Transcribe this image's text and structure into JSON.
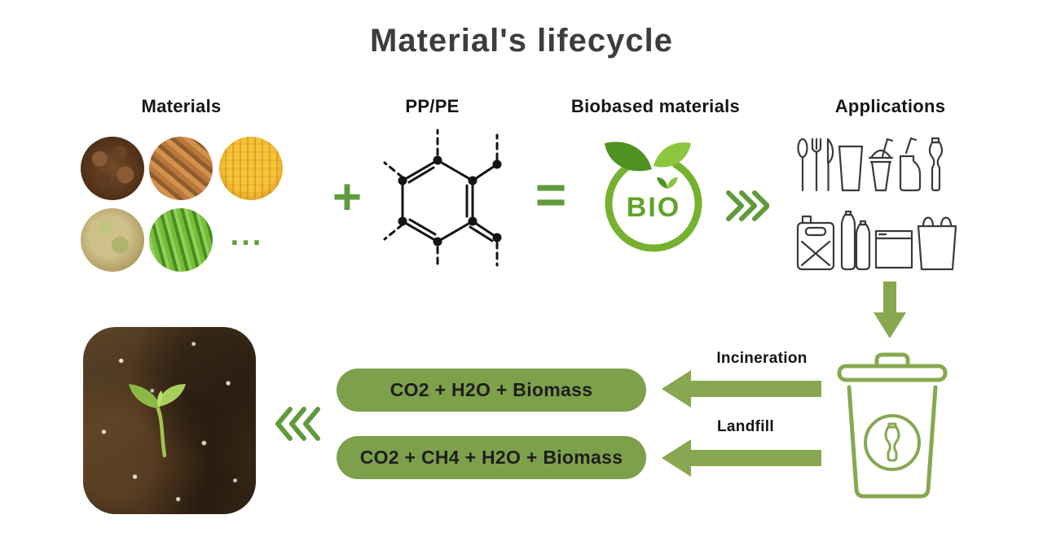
{
  "title": "Material's lifecycle",
  "colors": {
    "accent_green": "#5f9b3c",
    "olive_green": "#87a850",
    "pill_green": "#7da04b",
    "line_dark": "#3a3a39",
    "text_dark": "#1e1e1c"
  },
  "flow": {
    "materials": {
      "label": "Materials",
      "more_indicator": "...",
      "photos": [
        "cocoa-beans",
        "wood-chips",
        "corn",
        "seeds-in-hand",
        "grass"
      ]
    },
    "plus_operator": "+",
    "pp_pe": {
      "label": "PP/PE"
    },
    "equals_operator": "=",
    "biobased": {
      "label": "Biobased materials",
      "logo_text": "BIO"
    },
    "applications": {
      "label": "Applications",
      "icons": [
        "spoon",
        "fork",
        "knife",
        "cup",
        "takeaway-cup",
        "juice-jug",
        "water-bottle",
        "jerry-can",
        "bottles",
        "pouch",
        "plastic-bag"
      ]
    }
  },
  "disposal": {
    "bin_icon": "recycling-bin",
    "incineration": {
      "label": "Incineration",
      "output": "CO2 + H2O + Biomass"
    },
    "landfill": {
      "label": "Landfill",
      "output": "CO2 + CH4 + H2O + Biomass"
    }
  },
  "icons": {
    "chevrons_right": "triple-chevron-right",
    "chevrons_left": "triple-chevron-left",
    "arrow_down": "block-arrow-down",
    "arrow_left": "block-arrow-left",
    "molecule": "polymer-molecule",
    "bio_logo": "bio-leaf-circle",
    "seedling": "seedling-in-soil-photo"
  }
}
